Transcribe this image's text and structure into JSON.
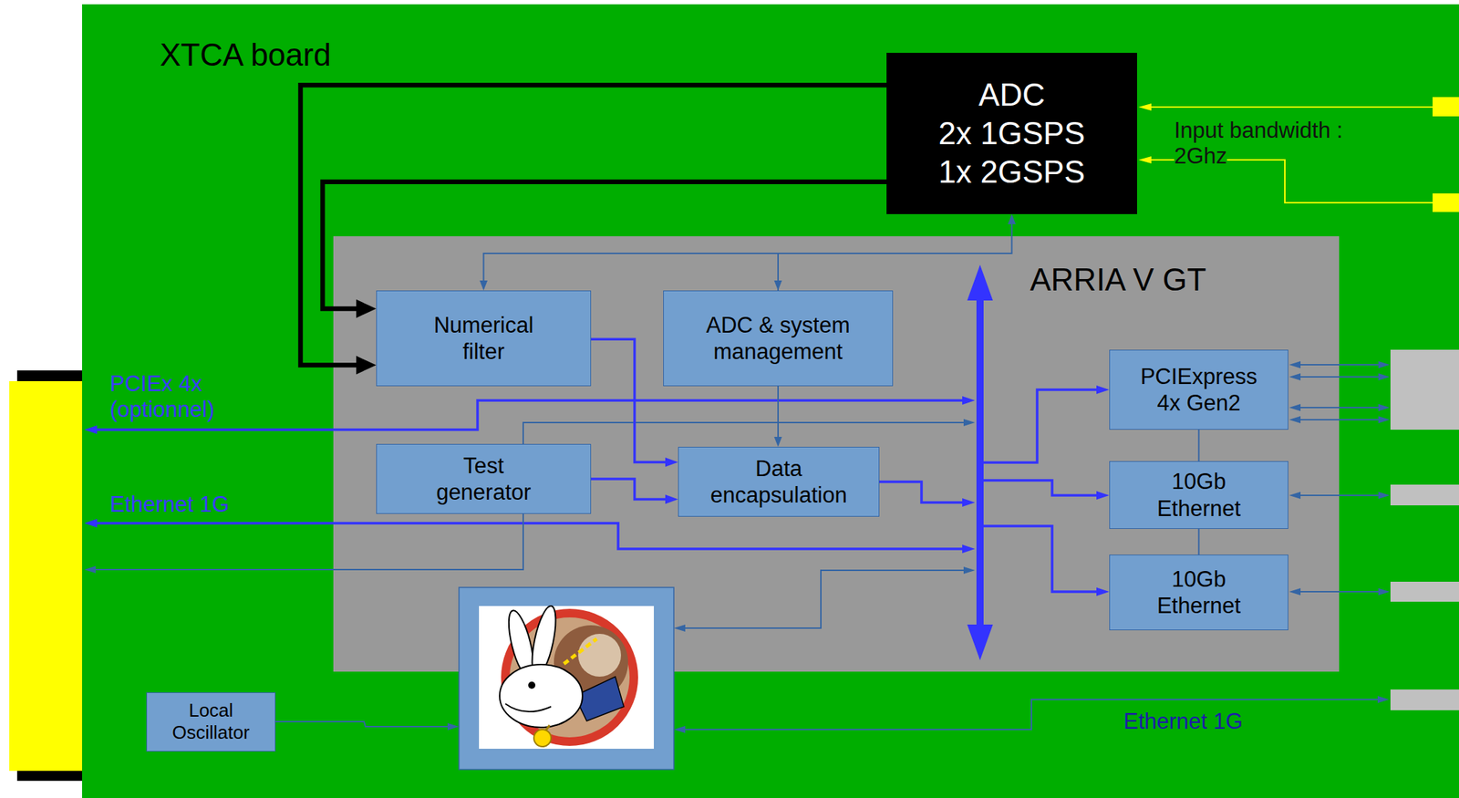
{
  "diagram": {
    "nodes": [
      {
        "text": [
          "XTCA board"
        ]
      },
      {
        "text": [
          "ADC",
          "2x 1GSPS",
          "1x 2GSPS"
        ],
        "in": 0
      },
      {
        "text": [
          "ARRIA V GT"
        ],
        "in": 0
      },
      {
        "text": [
          "Numerical filter"
        ],
        "in": 2
      },
      {
        "text": [
          "ADC & system management"
        ],
        "in": 2
      },
      {
        "text": [
          "Test generator"
        ],
        "in": 2
      },
      {
        "text": [
          "Data encapsulation"
        ],
        "in": 2
      },
      {
        "text": [
          "PCIExpress 4x Gen2"
        ],
        "in": 2
      },
      {
        "text": [
          "10Gb Ethernet"
        ],
        "in": 2
      },
      {
        "text": [
          "10Gb Ethernet"
        ],
        "in": 2
      },
      {
        "text": [
          "Local Oscillator"
        ],
        "in": 0
      }
    ],
    "edges": [
      {
        "from": 1,
        "to": 3,
        "arrow": "to"
      },
      {
        "from": 1,
        "to": 3,
        "arrow": "to"
      },
      {
        "from": 4,
        "to": 1,
        "arrow": "both"
      },
      {
        "from": 4,
        "to": 3,
        "arrow": "to"
      },
      {
        "from": 4,
        "to": 6,
        "arrow": "to"
      },
      {
        "from": 3,
        "to": 6,
        "arrow": "to"
      },
      {
        "from": 5,
        "to": 6,
        "arrow": "to"
      },
      {
        "from": 7,
        "to": 8,
        "arrow": "none"
      },
      {
        "from": 8,
        "to": 9,
        "arrow": "none"
      }
    ],
    "labels": [
      "Input bandwidth : 2Ghz",
      "PCIEx 4x (optionnel)",
      "Ethernet 1G",
      "Ethernet 1G"
    ]
  }
}
